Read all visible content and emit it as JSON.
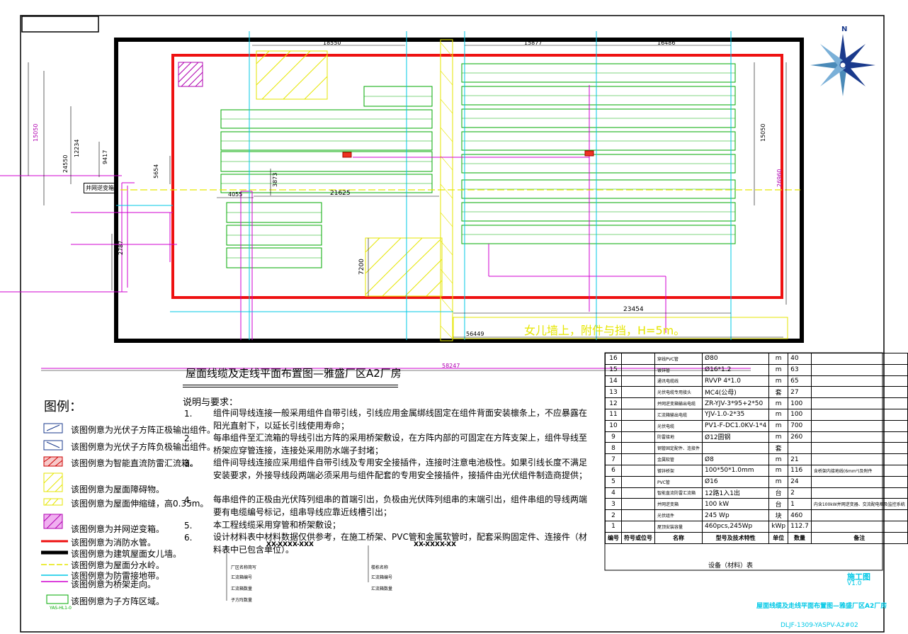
{
  "title": "屋面线缆及走线平面布置图—雅盛厂区A2厂房",
  "north_label": "N",
  "legend": {
    "heading": "图例：",
    "items": [
      "该图例意为光伏子方阵正极输出组件。",
      "该图例意为光伏子方阵负极输出组件。",
      "该图例意为智能直流防雷汇流箱。",
      "该图例意为屋面障碍物。",
      "该图例意为屋面伸缩缝，高0.35m。",
      "该图例意为并网逆变箱。",
      "该图例意为消防水管。",
      "该图例意为建筑屋面女儿墙。",
      "该图例意为屋面分水岭。",
      "该图例意为防雷接地带。",
      "该图例意为桥架走向。",
      "该图例意为子方阵区域。"
    ]
  },
  "notes": {
    "heading": "说明与要求：",
    "items": [
      {
        "num": "1.",
        "text": "组件间导线连接一般采用组件自带引线，引线应用金属绑线固定在组件背面安装檩条上，不应暴露在阳光直射下，以延长引线使用寿命；"
      },
      {
        "num": "2.",
        "text": "每串组件至汇流箱的导线引出方阵的采用桥架敷设，在方阵内部的可固定在方阵支架上，组件导线至桥架应穿管连接，连接处采用防水端子封堵；"
      },
      {
        "num": "3.",
        "text": "组件间导线连接应采用组件自带引线及专用安全接插件，连接时注意电池极性。如果引线长度不满足安装要求，外接导线段两端必须采用与组件配套的专用安全接插件，接插件由光伏组件制造商提供；"
      },
      {
        "num": "4.",
        "text": "每串组件的正极由光伏阵列组串的首端引出，负极由光伏阵列组串的末端引出，组件串组的导线两端要有电缆编号标记，组串导线应靠近线槽引出；"
      },
      {
        "num": "5.",
        "text": "本工程线缆采用穿管和桥架敷设；"
      },
      {
        "num": "6.",
        "text": "设计材料表中材料数据仅供参考，在施工桥架、PVC管和金属软管时，配套采购固定件、连接件（材料表中已包含单位）。"
      }
    ]
  },
  "bom": {
    "headers": [
      "编号",
      "符号或位号",
      "名称",
      "型号及技术特性",
      "单位",
      "数量",
      "备注"
    ],
    "rows": [
      {
        "no": "16",
        "name": "穿线PVC管",
        "spec": "Ø80",
        "unit": "m",
        "qty": "40",
        "note": ""
      },
      {
        "no": "15",
        "name": "镀锌管",
        "spec": "Ø16*1.2",
        "unit": "m",
        "qty": "63",
        "note": ""
      },
      {
        "no": "14",
        "name": "通讯电缆线",
        "spec": "RVVP 4*1.0",
        "unit": "m",
        "qty": "65",
        "note": ""
      },
      {
        "no": "13",
        "name": "光伏电缆专用接头",
        "spec": "MC4(公母)",
        "unit": "套",
        "qty": "27",
        "note": ""
      },
      {
        "no": "12",
        "name": "并网逆变箱输出电缆",
        "spec": "ZR-YJV-3*95+2*50",
        "unit": "m",
        "qty": "100",
        "note": ""
      },
      {
        "no": "11",
        "name": "汇流箱输出电缆",
        "spec": "YJV-1.0-2*35",
        "unit": "m",
        "qty": "100",
        "note": ""
      },
      {
        "no": "10",
        "name": "光伏电缆",
        "spec": "PV1-F-DC1.0KV-1*4",
        "unit": "m",
        "qty": "700",
        "note": ""
      },
      {
        "no": "9",
        "name": "防雷接地",
        "spec": "Ø12圆钢",
        "unit": "m",
        "qty": "260",
        "note": ""
      },
      {
        "no": "8",
        "name": "钢管固定配件、连接件",
        "spec": "",
        "unit": "套",
        "qty": "",
        "note": ""
      },
      {
        "no": "7",
        "name": "金属软管",
        "spec": "Ø8",
        "unit": "m",
        "qty": "21",
        "note": ""
      },
      {
        "no": "6",
        "name": "镀锌桥架",
        "spec": "100*50*1.0mm",
        "unit": "m",
        "qty": "116",
        "note": "含桥架内接地线(6mm²)及附件"
      },
      {
        "no": "5",
        "name": "PVC管",
        "spec": "Ø16",
        "unit": "m",
        "qty": "24",
        "note": ""
      },
      {
        "no": "4",
        "name": "智能直流防雷汇流箱",
        "spec": "12路1入1出",
        "unit": "台",
        "qty": "2",
        "note": ""
      },
      {
        "no": "3",
        "name": "并网逆变箱",
        "spec": "100 kW",
        "unit": "台",
        "qty": "1",
        "note": "内含100kW并网逆变器、交流配电柜及监控系统"
      },
      {
        "no": "2",
        "name": "光伏组件",
        "spec": "245 Wp",
        "unit": "块",
        "qty": "460",
        "note": ""
      },
      {
        "no": "1",
        "name": "屋顶安装容量",
        "spec": "460pcs,245Wp",
        "unit": "kWp",
        "qty": "112.7",
        "note": ""
      }
    ],
    "caption": "设备（材料）表"
  },
  "stamps": {
    "stage": "施工图",
    "version": "V1.0",
    "drawing_title": "屋面线缆及走线平面布置图—雅盛厂区A2厂房",
    "drawing_no": "DLJF-1309-YASPV-A2#02"
  },
  "site_labels": {
    "parapet_note": "女儿墙上，附件与挡，H=5m。",
    "inverter_box": "并网逆变箱"
  },
  "dimensions": {
    "top_left": "18550",
    "top_mid": "15877",
    "top_right": "16486",
    "left_outer": "15050",
    "left_a": "24550",
    "left_b": "12234",
    "left_c": "9417",
    "left_d": "5654",
    "left_e": "2787",
    "h_a": "4055",
    "h_b": "21625",
    "v_a": "3873",
    "v_b": "7200",
    "right_a": "15050",
    "right_b": "26960",
    "h_c": "23454",
    "h_d": "56449",
    "h_e": "58247"
  },
  "mini_labels": {
    "box_a": "XX-XXXX-XXX",
    "box_b": "XX-XXXX-XX",
    "callout_1": "厂区名称简写",
    "callout_2": "汇流箱编号",
    "callout_3": "汇流箱数量",
    "callout_4": "子方阵数量",
    "callout_5": "楼栋名称",
    "callout_6": "汇流箱编号",
    "callout_7": "汇流箱数量",
    "legend_box_label": "YAS-HL1-0"
  }
}
